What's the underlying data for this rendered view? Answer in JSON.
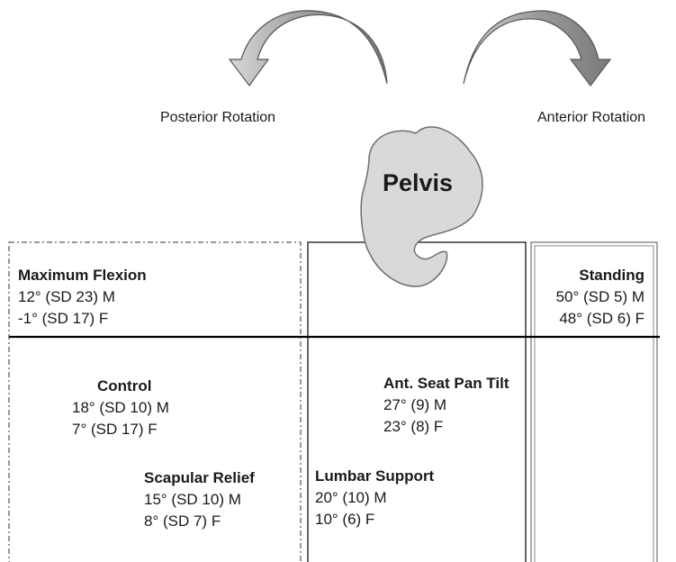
{
  "rotations": {
    "posterior": "Posterior Rotation",
    "anterior": "Anterior Rotation"
  },
  "pelvis_label": "Pelvis",
  "postures": {
    "maximum_flexion": {
      "title": "Maximum Flexion",
      "male": "12° (SD 23) M",
      "female": "-1° (SD 17) F"
    },
    "standing": {
      "title": "Standing",
      "male": "50° (SD 5) M",
      "female": "48° (SD 6) F"
    },
    "control": {
      "title": "Control",
      "male": "18° (SD 10) M",
      "female": "7° (SD 17) F"
    },
    "ant_seat_pan_tilt": {
      "title": "Ant. Seat Pan Tilt",
      "male": "27° (9) M",
      "female": "23° (8) F"
    },
    "scapular_relief": {
      "title": "Scapular Relief",
      "male": "15° (SD 10) M",
      "female": "8° (SD 7) F"
    },
    "lumbar_support": {
      "title": "Lumbar Support",
      "male": "20° (10) M",
      "female": "10° (6) F"
    }
  },
  "colors": {
    "arrow_fill": "#b0b0b0",
    "pelvis_fill": "#d9d9d9",
    "line": "#000000"
  }
}
